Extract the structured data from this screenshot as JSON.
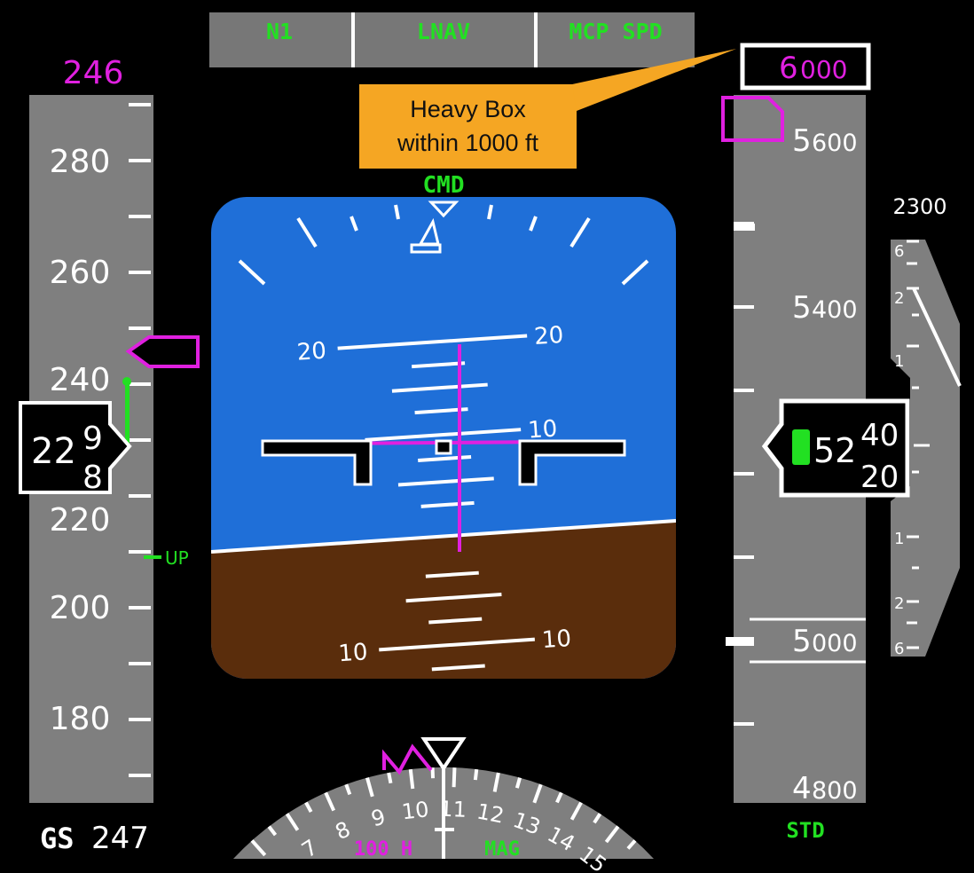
{
  "fma": {
    "thrust_mode": "N1",
    "roll_mode": "LNAV",
    "pitch_mode": "MCP SPD",
    "afds_status": "CMD"
  },
  "speed": {
    "selected": "246",
    "tape_labels": [
      "280",
      "260",
      "240",
      "220",
      "200",
      "180"
    ],
    "readout_main": "22",
    "readout_roll_current": "9",
    "readout_roll_below": "8",
    "flap_marker": "UP",
    "ground_speed_label": "GS",
    "ground_speed": "247"
  },
  "altitude": {
    "selected_big": "6",
    "selected_small": "000",
    "tape_labels": [
      {
        "big": "5",
        "small": "600"
      },
      {
        "big": "5",
        "small": "400"
      },
      {
        "big": "5",
        "small": "000"
      },
      {
        "big": "4",
        "small": "800"
      }
    ],
    "readout_main": "52",
    "readout_roll_current": "40",
    "readout_roll_below": "20",
    "baro_setting": "STD"
  },
  "vsi": {
    "rate": "2300",
    "scale_labels": [
      "6",
      "2",
      "1",
      "1",
      "2",
      "6"
    ]
  },
  "attitude": {
    "pitch_labels": {
      "p20": "20",
      "p10": "10",
      "m10": "10"
    }
  },
  "heading": {
    "labels": [
      "7",
      "8",
      "9",
      "10",
      "11",
      "12",
      "13",
      "14",
      "15"
    ],
    "heading_deg": 107.5,
    "selected_heading_label": "100 H",
    "reference": "MAG"
  },
  "callout": {
    "line1": "Heavy Box",
    "line2": "within 1000 ft"
  },
  "colors": {
    "sky": "#1f6fd8",
    "ground": "#5a2d0c",
    "tape": "#7f7f7f",
    "green": "#22e022",
    "magenta": "#e020e0",
    "callout": "#f5a623"
  }
}
